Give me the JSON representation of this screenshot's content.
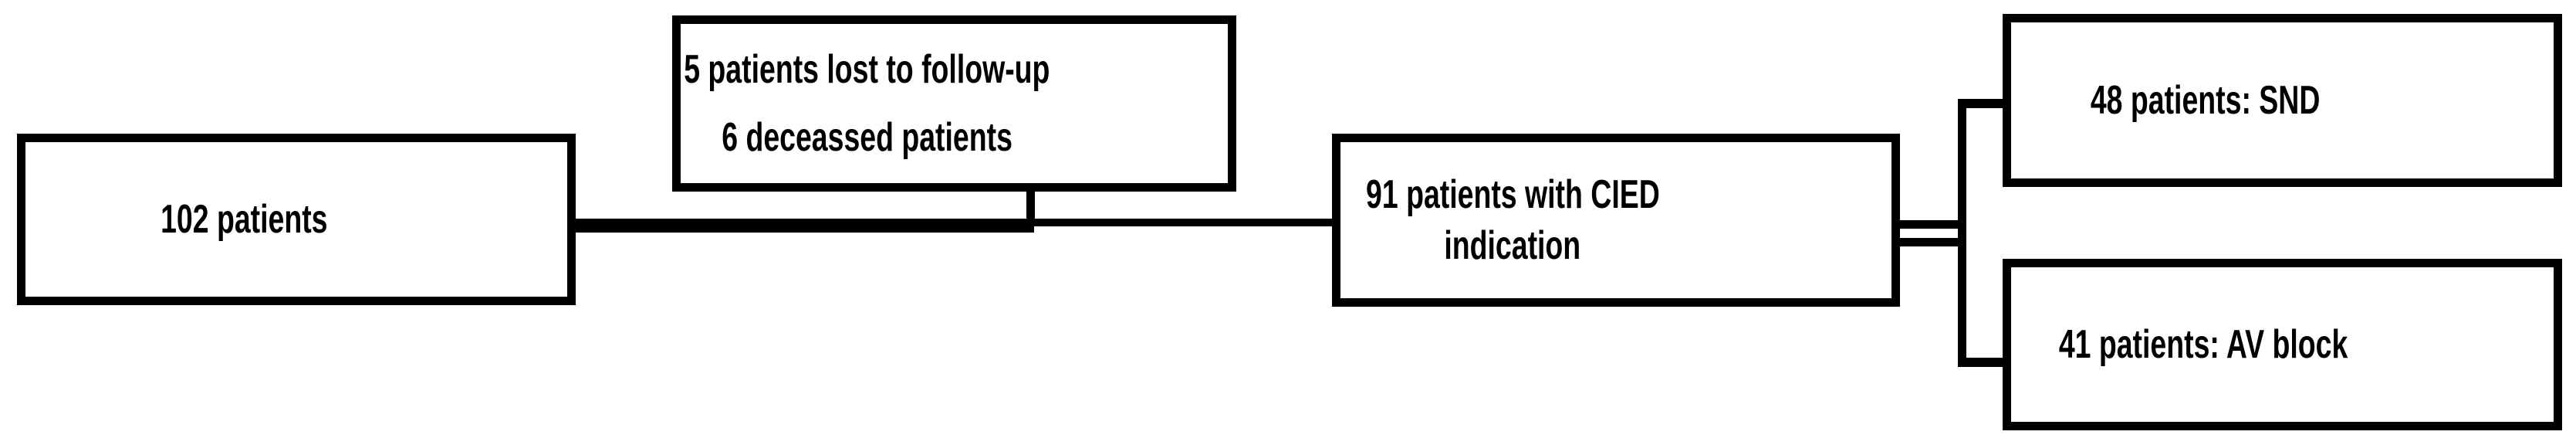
{
  "figure": {
    "type": "patient-flow-diagram",
    "background_color": "#ffffff",
    "line_color": "#000000",
    "text_color": "#000000"
  },
  "boxes": [
    {
      "id": "cohort",
      "lines": [
        "102 patients"
      ]
    },
    {
      "id": "attrition",
      "lines": [
        "5 patients lost to follow-up",
        "6 deceassed patients"
      ]
    },
    {
      "id": "cied-indication",
      "lines": [
        "91 patients with CIED",
        "indication"
      ]
    },
    {
      "id": "snd",
      "lines": [
        "48 patients: SND"
      ]
    },
    {
      "id": "av-block",
      "lines": [
        "41 patients: AV block"
      ]
    }
  ],
  "connections": [
    {
      "from": "cohort",
      "to": "cied-indication",
      "style": "thick-then-thin-horizontal"
    },
    {
      "from": "attrition",
      "to": "cohort-cied-line",
      "style": "vertical-stub"
    },
    {
      "from": "cied-indication",
      "to": "branch",
      "style": "double-horizontal"
    },
    {
      "from": "branch",
      "to": "snd",
      "style": "elbow"
    },
    {
      "from": "branch",
      "to": "av-block",
      "style": "elbow"
    }
  ]
}
